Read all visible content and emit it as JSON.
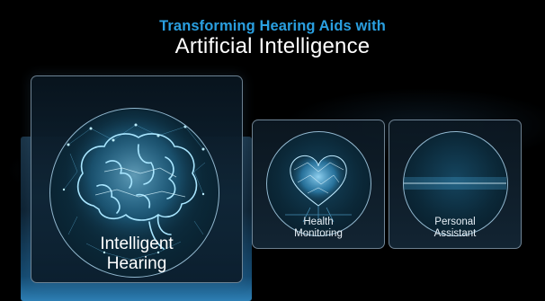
{
  "slide": {
    "title_line1": "Transforming Hearing Aids with",
    "title_line2": "Artificial Intelligence"
  },
  "cards": {
    "intelligent_hearing": {
      "line1": "Intelligent",
      "line2": "Hearing",
      "icon": "brain-icon"
    },
    "health_monitoring": {
      "line1": "Health",
      "line2": "Monitoring",
      "icon": "heart-icon"
    },
    "personal_assistant": {
      "line1": "Personal",
      "line2": "Assistant",
      "icon": "sound-wave-icon"
    }
  },
  "colors": {
    "title_accent": "#2a9fe0",
    "title_main": "#ffffff",
    "background": "#000000",
    "glow": "#5fc8ff"
  }
}
